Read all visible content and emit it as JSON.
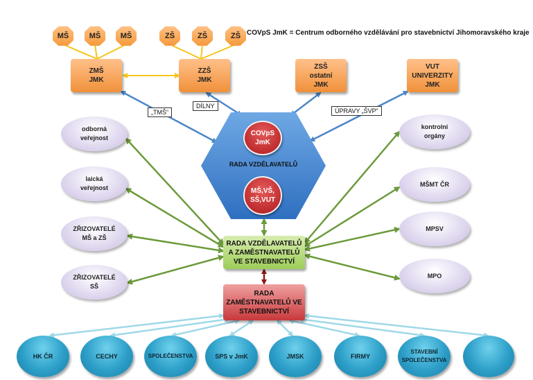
{
  "legend": "COVpS JmK = Centrum odborného vzdělávání pro stavebnictví Jihomoravského kraje",
  "top_small": [
    "MŠ",
    "MŠ",
    "MŠ",
    "ZŠ",
    "ZŠ",
    "ZŠ"
  ],
  "top_boxes": {
    "zms": "ZMŠ\nJMK",
    "zzs": "ZZŠ\nJMK",
    "zss": "ZSŠ\nostatní\nJMK",
    "vut": "VUT\nUNIVERZITY\nJMK"
  },
  "edge_labels": {
    "tms": "„TMŠ“",
    "dilny": "DÍLNY",
    "upravy": "ÚPRAVY „ŠVP“"
  },
  "hexagon": {
    "title": "RADA VZDĚLAVATELŮ",
    "circle_top": "COVpS\nJmK",
    "circle_bottom": "MŠ,VŠ,\nSŠ,VUT"
  },
  "left_ellipses": [
    "odborná\nveřejnost",
    "laická\nveřejnost",
    "ZŘIZOVATELÉ\nMŠ a ZŠ",
    "ZŘIZOVATELÉ\nSŠ"
  ],
  "right_ellipses": [
    "kontrolní\norgány",
    "MŠMT ČR",
    "MPSV",
    "MPO"
  ],
  "center_box": "RADA VZDĚLAVATELŮ\nA ZAMĚSTNAVATELŮ\nVE STAVEBNICTVÍ",
  "employer_box": "RADA\nZAMĚSTNAVATELŮ VE\nSTAVEBNICTVÍ",
  "bottom_nodes": [
    "HK ČR",
    "CECHY",
    "SPOLEČENSTVA",
    "SPS v JmK",
    "JMSK",
    "FIRMY",
    "STAVEBNÍ\nSPOLEČENSTVA",
    ""
  ],
  "colors": {
    "orange": "#f59a3c",
    "connector_yellow": "#f5c518",
    "arrow_blue": "#4a86c8",
    "arrow_green": "#6b9a3a",
    "arrow_red": "#8b1a1a",
    "arrow_cyan": "#9fd8e8",
    "hexagon_blue": "#2f6fc0",
    "circle_red": "#b0191d",
    "ellipse_lilac": "#d9d0ec",
    "node_cyan": "#2d9fc9"
  }
}
